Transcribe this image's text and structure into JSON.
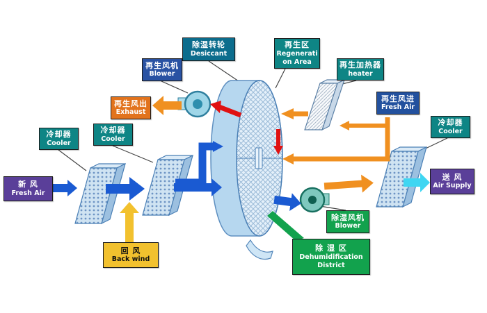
{
  "labels": {
    "desiccant_wheel": {
      "zh": "除湿转轮",
      "en": "Desiccant"
    },
    "regeneration_area": {
      "zh": "再生区",
      "en_line1": "Regenerati",
      "en_line2": "on Area"
    },
    "regen_blower": {
      "zh": "再生风机",
      "en": "Blower"
    },
    "regen_heater": {
      "zh": "再生加热器",
      "en": "heater"
    },
    "regen_exhaust": {
      "zh": "再生风出",
      "en": "Exhaust"
    },
    "regen_fresh_air": {
      "zh": "再生风进",
      "en": "Fresh Air"
    },
    "cooler_left1": {
      "zh": "冷却器",
      "en": "Cooler"
    },
    "cooler_left2": {
      "zh": "冷却器",
      "en": "Cooler"
    },
    "cooler_right": {
      "zh": "冷却器",
      "en": "Cooler"
    },
    "fresh_air_inlet": {
      "zh": "新 风",
      "en": "Fresh Air"
    },
    "back_wind": {
      "zh": "回 风",
      "en": "Back wind"
    },
    "dehumid_blower": {
      "zh": "除湿风机",
      "en": "Blower"
    },
    "dehumid_district": {
      "zh": "除 湿 区",
      "en_line1": "Dehumidification",
      "en_line2": "District"
    },
    "air_supply": {
      "zh": "送 风",
      "en": "Air Supply"
    }
  },
  "colors": {
    "teal_label": "#0e8585",
    "dark_teal_label": "#0c6d8d",
    "navy_label": "#23519e",
    "blue_label": "#2952a3",
    "purple_label": "#5a3f99",
    "orange_label": "#e2731d",
    "yellow_label": "#f2c12e",
    "green_label": "#12a24d",
    "process_arrow_blue": "#1a5ad2",
    "regen_arrow_orange": "#f09020",
    "return_arrow_yellow": "#f2c12e",
    "supply_arrow_cyan": "#3fd6f2",
    "hot_arrow_red": "#e01111",
    "component_fill": "#cfe3f2",
    "component_stroke": "#4a7fb5"
  }
}
